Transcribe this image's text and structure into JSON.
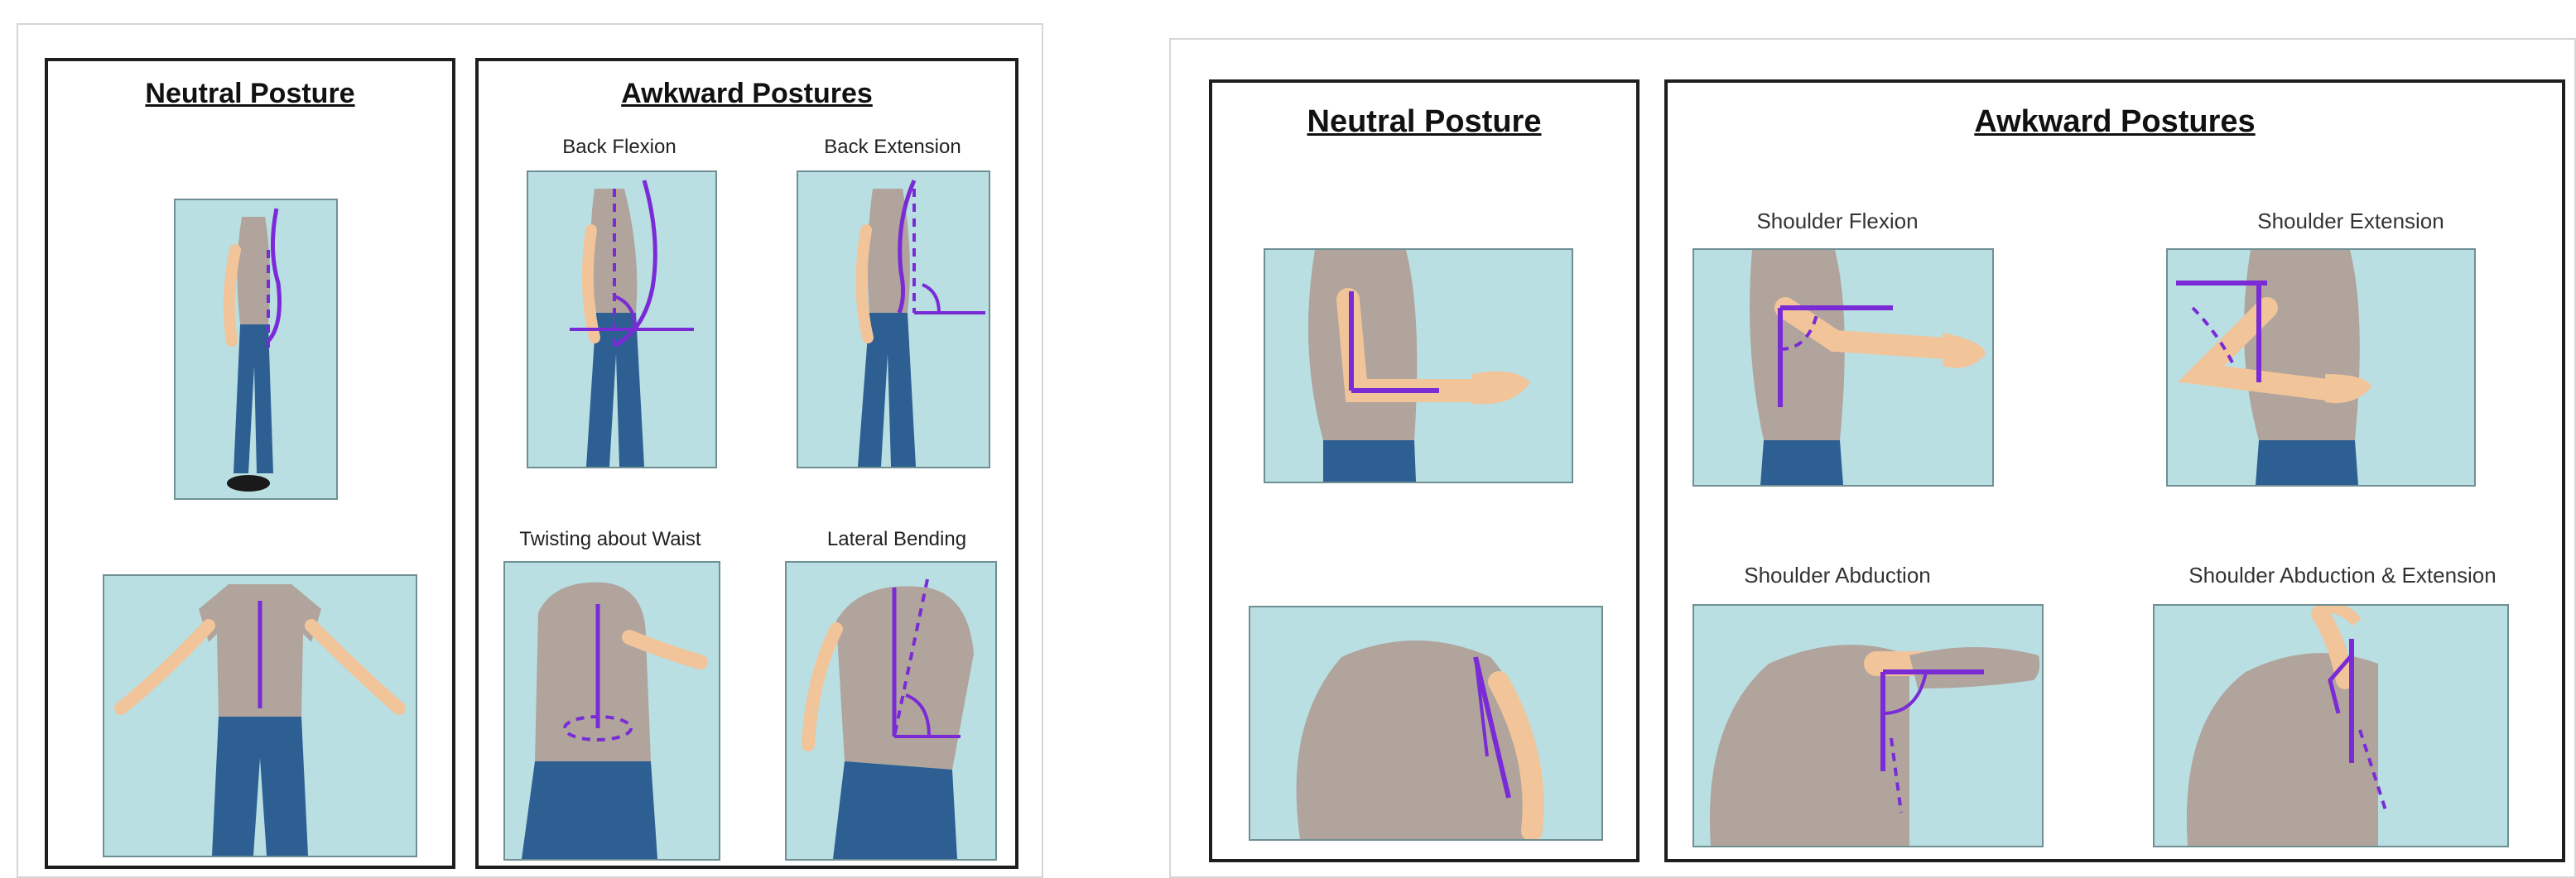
{
  "colors": {
    "panel_bg": "#b9dfe3",
    "frame": "#1e1e1e",
    "indicator": "#7a2bd6",
    "shirt": "#b0a49c",
    "skin": "#f1c49a",
    "jeans": "#2d5f93"
  },
  "back_chart": {
    "neutral": {
      "title": "Neutral Posture",
      "figures": [
        {
          "name": "side-view-standing",
          "icon": "figure-side-standing"
        },
        {
          "name": "front-view-standing",
          "icon": "figure-front-standing"
        }
      ]
    },
    "awkward": {
      "title": "Awkward Postures",
      "figures": [
        {
          "caption": "Back Flexion",
          "icon": "figure-back-flexion"
        },
        {
          "caption": "Back Extension",
          "icon": "figure-back-extension"
        },
        {
          "caption": "Twisting about Waist",
          "icon": "figure-twisting"
        },
        {
          "caption": "Lateral Bending",
          "icon": "figure-lateral-bending"
        }
      ]
    }
  },
  "shoulder_chart": {
    "neutral": {
      "title": "Neutral Posture",
      "figures": [
        {
          "name": "arm-at-side-side-view",
          "icon": "figure-arm-side"
        },
        {
          "name": "arm-at-side-back-view",
          "icon": "figure-arm-back"
        }
      ]
    },
    "awkward": {
      "title": "Awkward Postures",
      "figures": [
        {
          "caption": "Shoulder Flexion",
          "icon": "figure-shoulder-flexion"
        },
        {
          "caption": "Shoulder Extension",
          "icon": "figure-shoulder-extension"
        },
        {
          "caption": "Shoulder Abduction",
          "icon": "figure-shoulder-abduction"
        },
        {
          "caption": "Shoulder Abduction & Extension",
          "icon": "figure-shoulder-abduction-extension"
        }
      ]
    }
  }
}
